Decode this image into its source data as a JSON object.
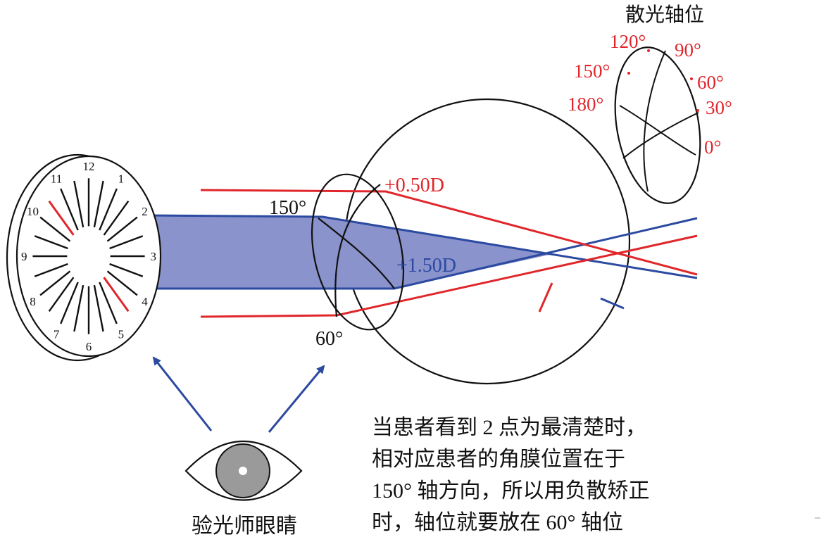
{
  "colors": {
    "red": "#e0262b",
    "blue": "#2b4aa0",
    "fill": "#8a93cc",
    "ink": "#111111",
    "pupil": "#9a9a9a"
  },
  "axis_diagram": {
    "title": "散光轴位",
    "labels": [
      "120°",
      "90°",
      "150°",
      "60°",
      "180°",
      "30°",
      "0°"
    ]
  },
  "lens_labels": {
    "top_angle": "150°",
    "bottom_angle": "60°",
    "power_red": "+0.50D",
    "power_blue": "+1.50D"
  },
  "dial": {
    "numbers": [
      "12",
      "1",
      "2",
      "3",
      "4",
      "5",
      "6",
      "7",
      "8",
      "9",
      "10",
      "11"
    ],
    "highlighted_spoke_pair": [
      "11",
      "5"
    ]
  },
  "examiner_label": "验光师眼睛",
  "explanation_lines": [
    "当患者看到 2 点为最清楚时，",
    "相对应患者的角膜位置在于",
    "150° 轴方向，所以用负散矫正",
    "时，轴位就要放在 60° 轴位"
  ]
}
